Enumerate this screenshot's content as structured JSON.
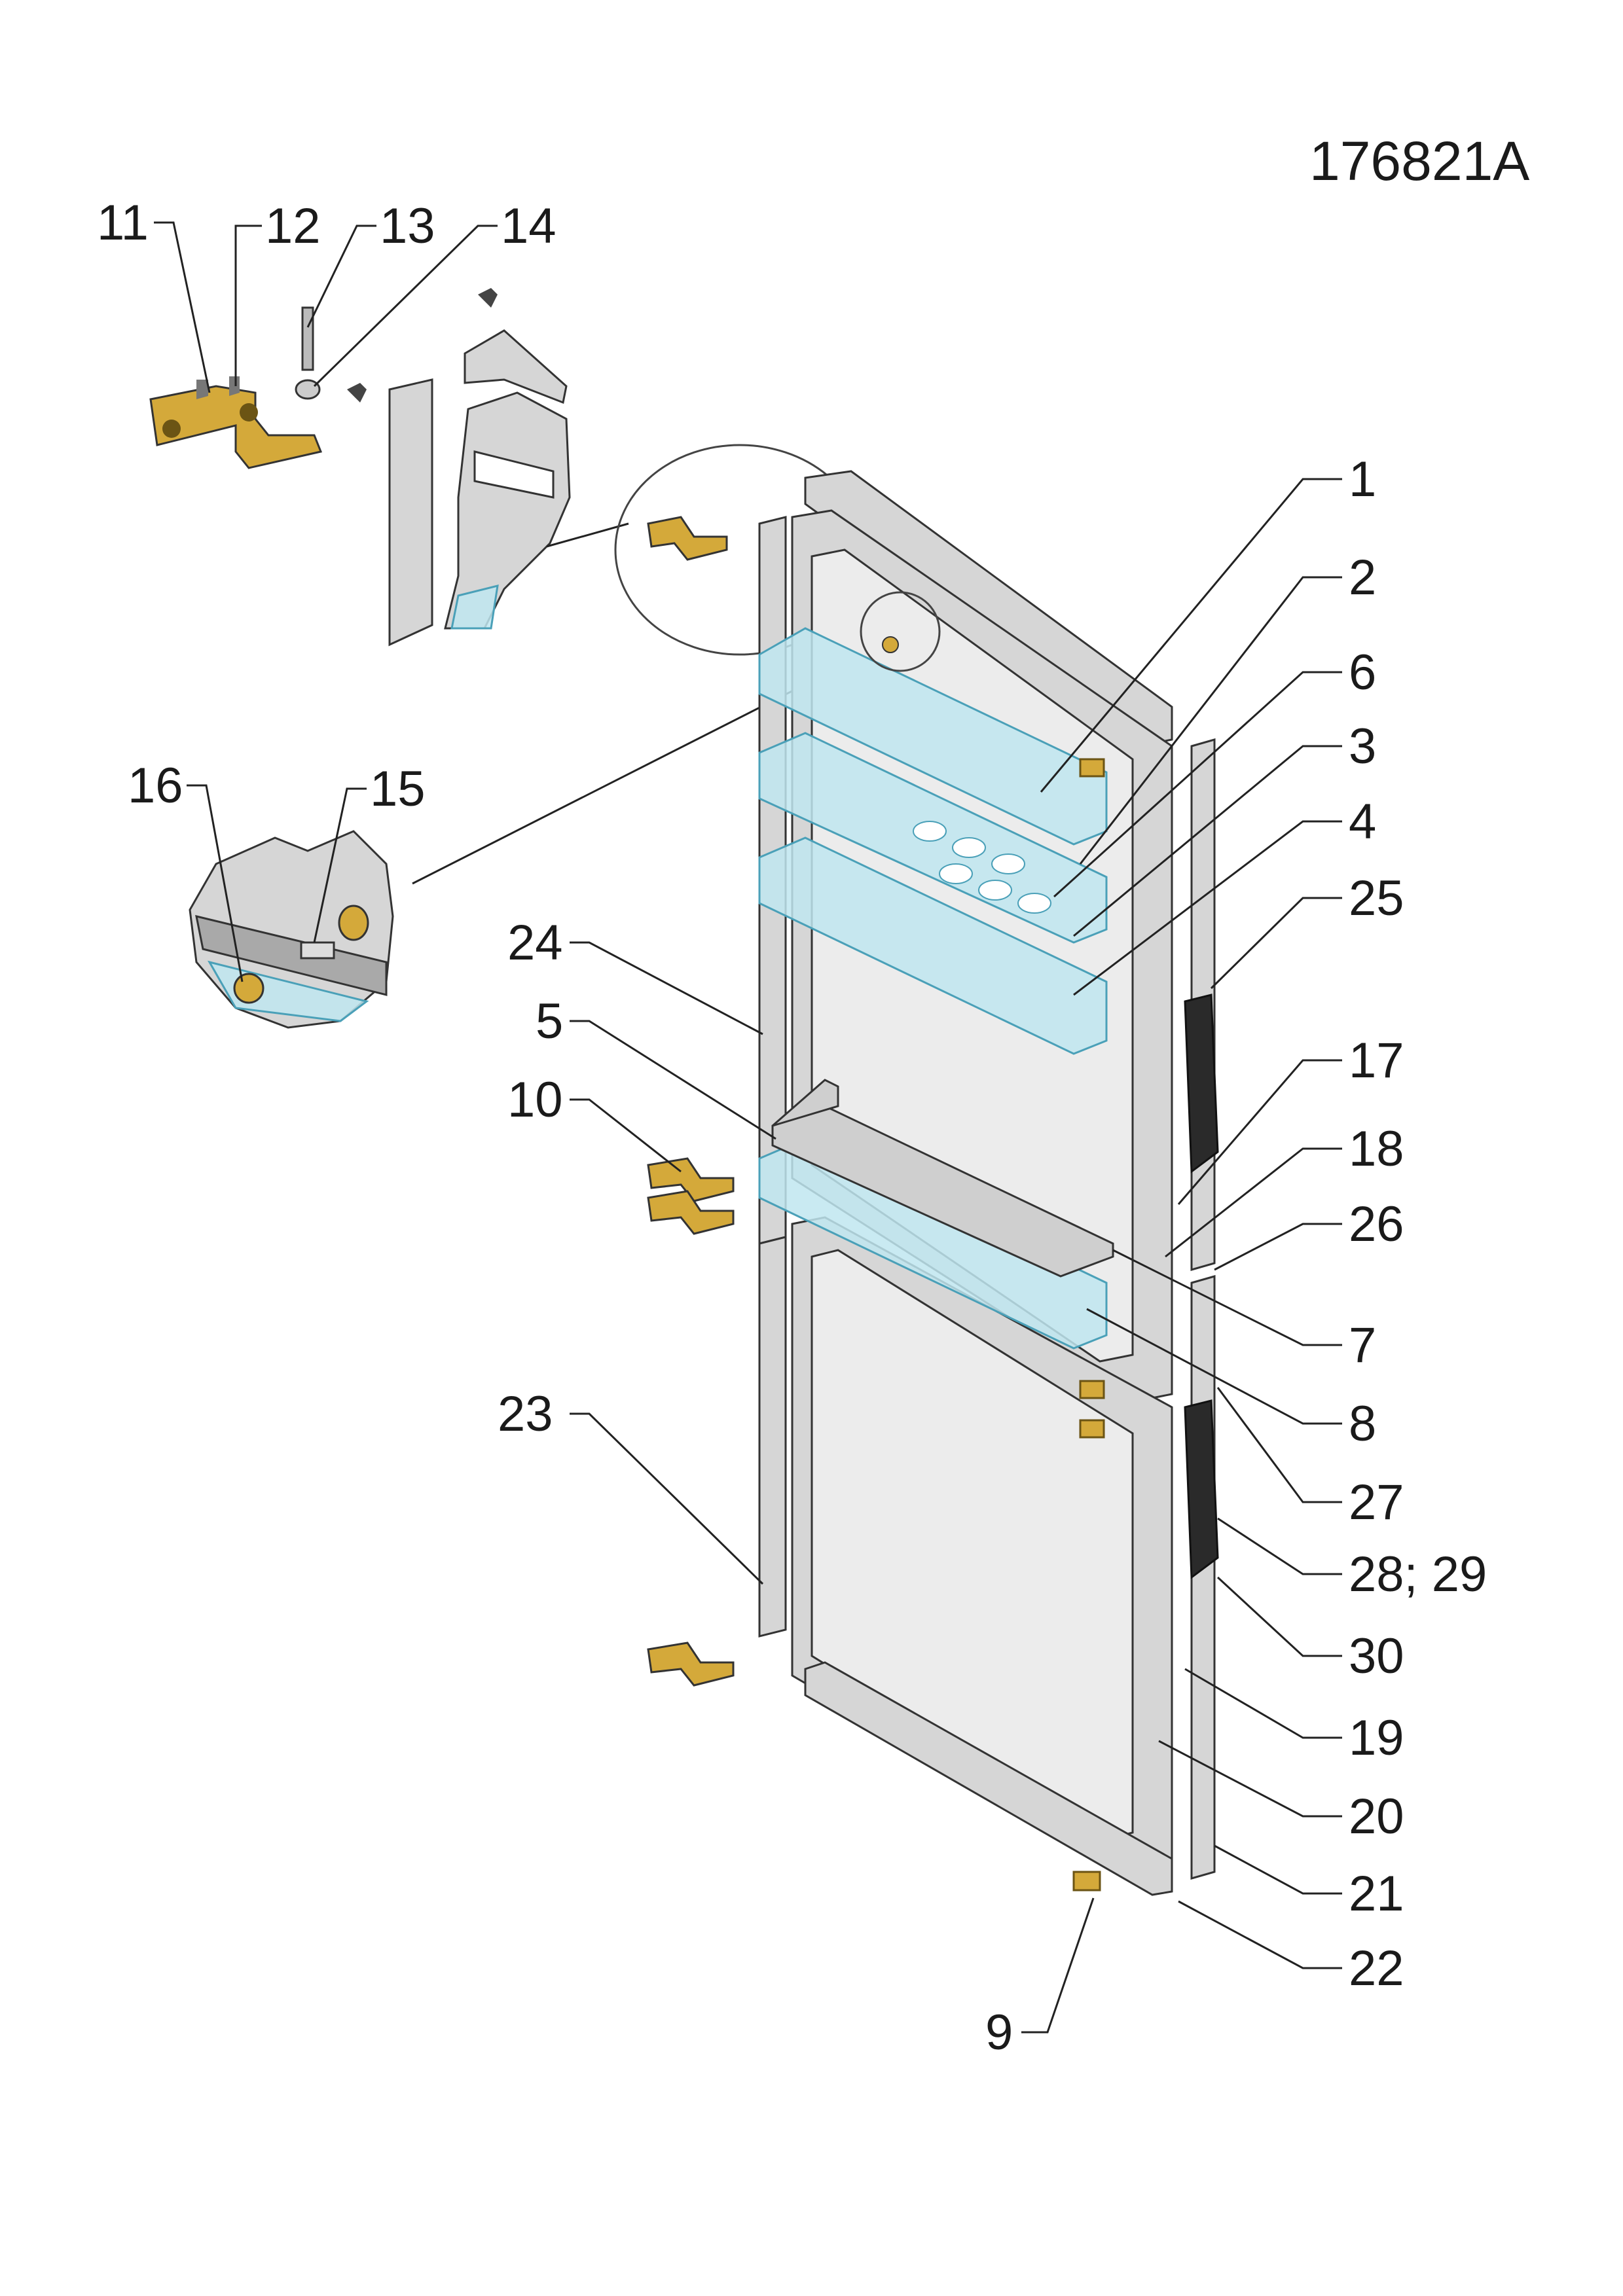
{
  "document_id": "176821A",
  "colors": {
    "shelf_fill": "#bfe6f0",
    "shelf_stroke": "#4aa0b8",
    "metal_fill": "#d6d6d6",
    "metal_dark": "#8c8c8c",
    "hinge_fill": "#d4a93a",
    "gasket_fill": "#2a2a2a",
    "panel_fill": "#ececec"
  },
  "callouts": [
    {
      "id": "c1",
      "label": "1"
    },
    {
      "id": "c2",
      "label": "2"
    },
    {
      "id": "c6",
      "label": "6"
    },
    {
      "id": "c3",
      "label": "3"
    },
    {
      "id": "c4",
      "label": "4"
    },
    {
      "id": "c25",
      "label": "25"
    },
    {
      "id": "c17",
      "label": "17"
    },
    {
      "id": "c18",
      "label": "18"
    },
    {
      "id": "c26",
      "label": "26"
    },
    {
      "id": "c7",
      "label": "7"
    },
    {
      "id": "c8",
      "label": "8"
    },
    {
      "id": "c27",
      "label": "27"
    },
    {
      "id": "c28",
      "label": "28; 29"
    },
    {
      "id": "c30",
      "label": "30"
    },
    {
      "id": "c19",
      "label": "19"
    },
    {
      "id": "c20",
      "label": "20"
    },
    {
      "id": "c21",
      "label": "21"
    },
    {
      "id": "c22",
      "label": "22"
    },
    {
      "id": "c9",
      "label": "9"
    },
    {
      "id": "c11",
      "label": "11"
    },
    {
      "id": "c12",
      "label": "12"
    },
    {
      "id": "c13",
      "label": "13"
    },
    {
      "id": "c14",
      "label": "14"
    },
    {
      "id": "c16",
      "label": "16"
    },
    {
      "id": "c15",
      "label": "15"
    },
    {
      "id": "c24",
      "label": "24"
    },
    {
      "id": "c5",
      "label": "5"
    },
    {
      "id": "c10",
      "label": "10"
    },
    {
      "id": "c23",
      "label": "23"
    }
  ]
}
